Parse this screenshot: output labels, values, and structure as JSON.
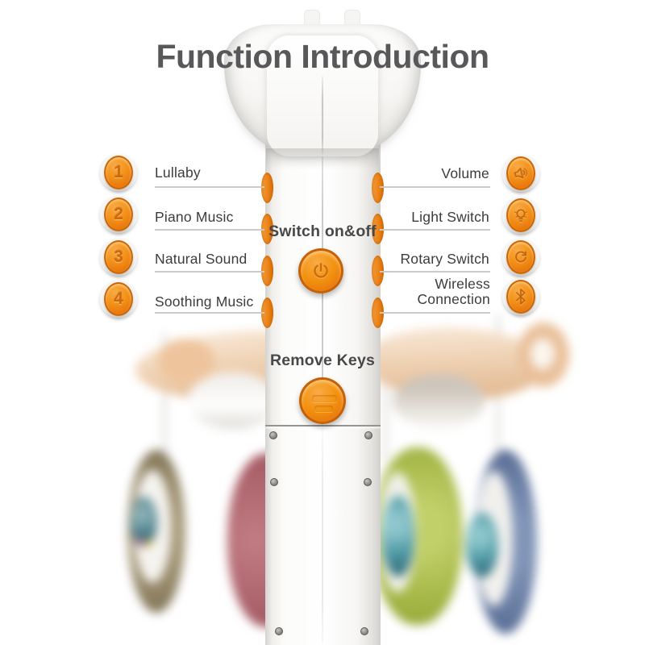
{
  "title": "Function Introduction",
  "left_functions": [
    {
      "number": "1",
      "label": "Lullaby",
      "icon": "number-1-button"
    },
    {
      "number": "2",
      "label": "Piano Music",
      "icon": "number-2-button"
    },
    {
      "number": "3",
      "label": "Natural Sound",
      "icon": "number-3-button"
    },
    {
      "number": "4",
      "label": "Soothing Music",
      "icon": "number-4-button"
    }
  ],
  "right_functions": [
    {
      "label": "Volume",
      "icon": "volume-icon"
    },
    {
      "label": "Light Switch",
      "icon": "light-bulb-icon"
    },
    {
      "label": "Rotary Switch",
      "icon": "rotary-icon"
    },
    {
      "label": "Wireless Connection",
      "icon": "bluetooth-icon"
    }
  ],
  "pole": {
    "power_label": "Switch on&off",
    "power_icon": "power-icon",
    "remove_label": "Remove Keys"
  },
  "colors": {
    "accent_orange": "#F18A13",
    "orange_dark_rim": "#C2640A",
    "title_gray": "#58585A",
    "label_gray": "#3C3C3E",
    "underline_gray": "#CACACA",
    "teal_toy": "#3E7D8A",
    "peach_arm": "#EFD2B4",
    "khaki_toy": "#9A8E6D",
    "pink_toy": "#B06A72",
    "green_toy": "#AEBF4E",
    "blue_toy": "#6D82AA"
  }
}
